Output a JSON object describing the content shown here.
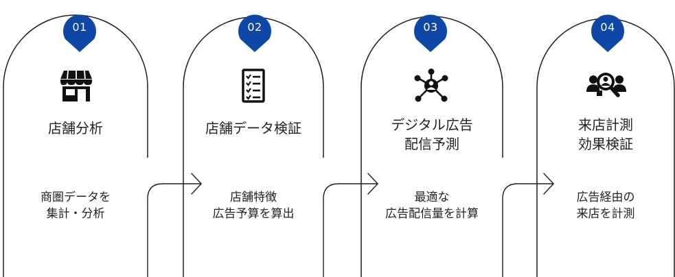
{
  "colors": {
    "badge": "#0d47a8",
    "outline": "#1e1e1e",
    "text": "#222222"
  },
  "steps": [
    {
      "number": "01",
      "icon": "store-icon",
      "title": [
        "店舗分析"
      ],
      "description": [
        "商圏データを",
        "集計・分析"
      ]
    },
    {
      "number": "02",
      "icon": "checklist-icon",
      "title": [
        "店舗データ検証"
      ],
      "description": [
        "店舗特徴",
        "広告予算を算出"
      ]
    },
    {
      "number": "03",
      "icon": "network-user-icon",
      "title": [
        "デジタル広告",
        "配信予測"
      ],
      "description": [
        "最適な",
        "広告配信量を計算"
      ]
    },
    {
      "number": "04",
      "icon": "user-search-icon",
      "title": [
        "来店計測",
        "効果検証"
      ],
      "description": [
        "広告経由の",
        "来店を計測"
      ]
    }
  ]
}
